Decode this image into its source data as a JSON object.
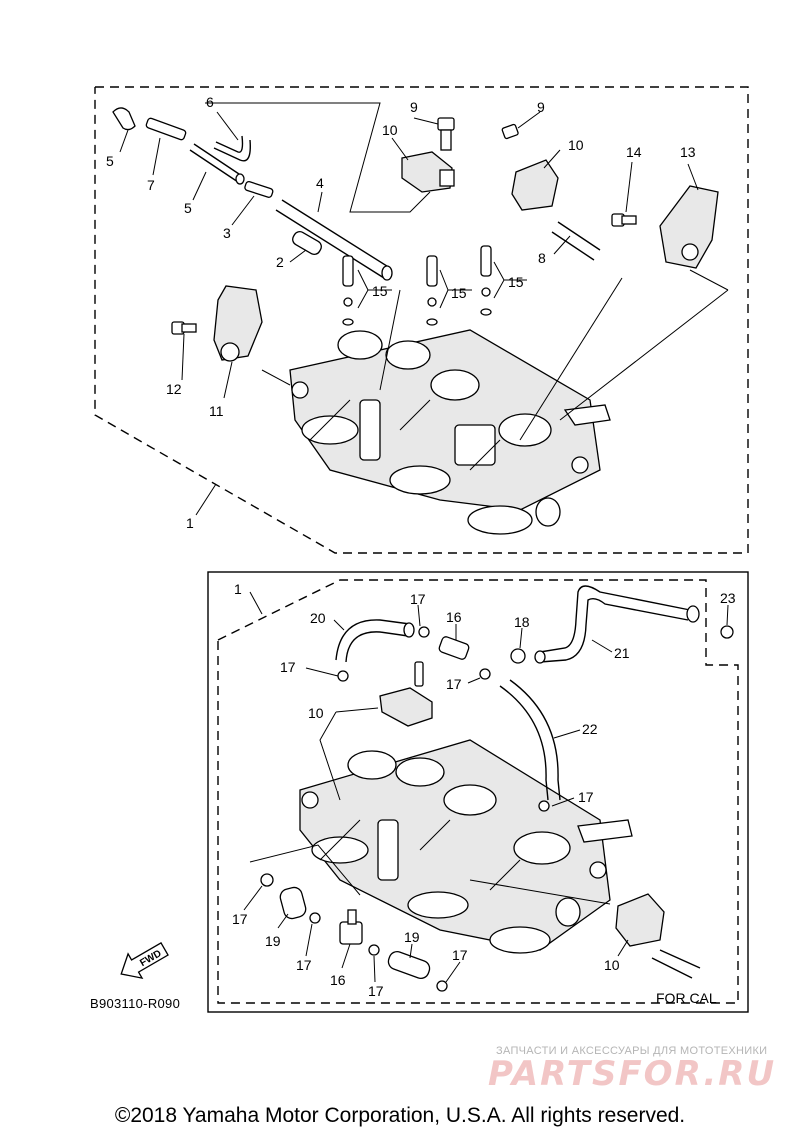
{
  "diagram": {
    "code": "B903110-R090",
    "cal_note": "FOR CAL",
    "fwd_label": "FWD",
    "copyright": "©2018 Yamaha Motor Corporation, U.S.A. All rights reserved.",
    "watermark": {
      "tagline": "ЗАПЧАСТИ И АКСЕССУАРЫ ДЛЯ МОТОТЕХНИКИ",
      "logo": "PARTSFOR.RU"
    },
    "callouts": {
      "top": [
        "6",
        "5",
        "7",
        "5",
        "3",
        "4",
        "2",
        "9",
        "10",
        "9",
        "10",
        "14",
        "13",
        "8",
        "15",
        "15",
        "15",
        "12",
        "11",
        "1"
      ],
      "bottom": [
        "1",
        "20",
        "17",
        "16",
        "18",
        "21",
        "23",
        "17",
        "10",
        "17",
        "22",
        "17",
        "17",
        "19",
        "17",
        "16",
        "17",
        "19",
        "17",
        "10"
      ]
    }
  }
}
